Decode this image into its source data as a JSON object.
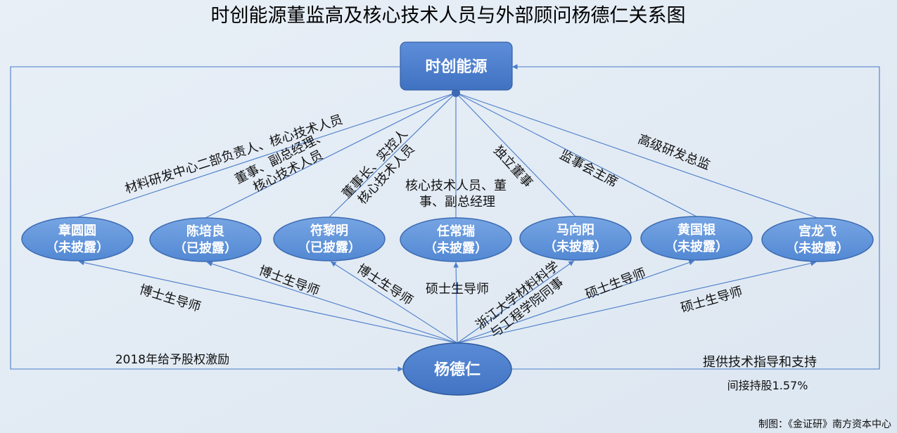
{
  "title": "时创能源董监高及核心技术人员与外部顾问杨德仁关系图",
  "company": {
    "name": "时创能源"
  },
  "advisor": {
    "name": "杨德仁"
  },
  "people": [
    {
      "name": "章圆圆",
      "status": "（未披露）",
      "role": [
        "材料研发中心二部负责人、核心技术人员"
      ],
      "link_to_advisor": [
        "博士生导师"
      ]
    },
    {
      "name": "陈培良",
      "status": "（已披露）",
      "role": [
        "董事、副总经理、",
        "核心技术人员"
      ],
      "link_to_advisor": [
        "博士生导师"
      ]
    },
    {
      "name": "符黎明",
      "status": "（已披露）",
      "role": [
        "董事长、实控人",
        "核心技术人员"
      ],
      "link_to_advisor": [
        "博士生导师"
      ]
    },
    {
      "name": "任常瑞",
      "status": "（未披露）",
      "role": [
        "核心技术人员、董",
        "事、副总经理"
      ],
      "link_to_advisor": [
        "硕士生导师"
      ]
    },
    {
      "name": "马向阳",
      "status": "（未披露）",
      "role": [
        "独立董事"
      ],
      "link_to_advisor": [
        "浙江大学材料科学",
        "与工程学院同事"
      ]
    },
    {
      "name": "黄国银",
      "status": "（未披露）",
      "role": [
        "监事会主席"
      ],
      "link_to_advisor": [
        "硕士生导师"
      ]
    },
    {
      "name": "宫龙飞",
      "status": "（未披露）",
      "role": [
        "高级研发总监"
      ],
      "link_to_advisor": [
        "硕士生导师"
      ]
    }
  ],
  "company_to_advisor": {
    "label": "2018年给予股权激励"
  },
  "advisor_to_company": {
    "label": "提供技术指导和支持",
    "holding": "间接持股1.57%"
  },
  "credit": "制图：《金证研》南方资本中心",
  "colors": {
    "background": "#dde7f1",
    "line": "#4a7cc9",
    "node_fill": "#5288d3",
    "node_stroke": "#3c6bb3",
    "company_fill": "#4072c2",
    "advisor_fill": "#4274c4",
    "label_text": "#111111",
    "node_text": "#ffffff"
  }
}
